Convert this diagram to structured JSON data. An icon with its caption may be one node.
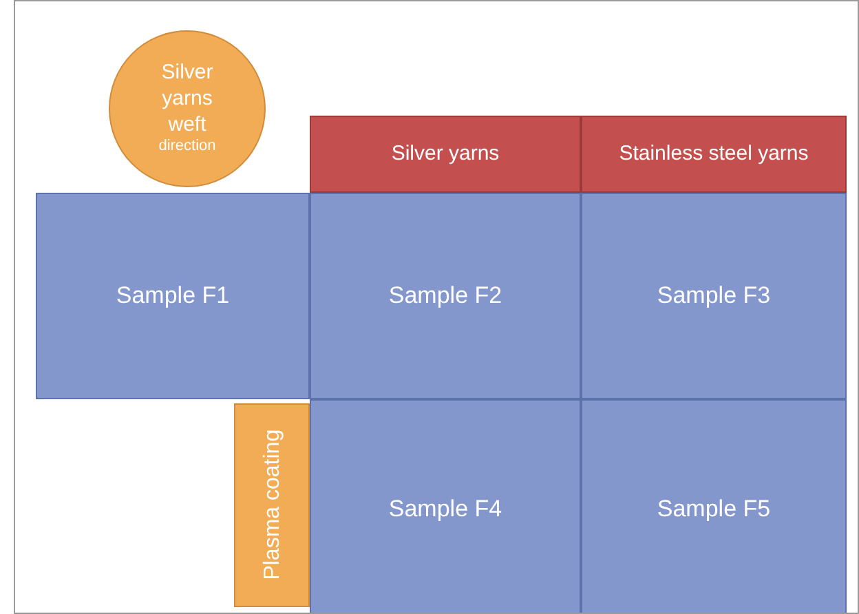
{
  "diagram": {
    "nodes": [
      {
        "text": [
          "Silver yarns weft",
          "direction"
        ]
      },
      {
        "text": [
          "Silver yarns"
        ]
      },
      {
        "text": [
          "Stainless steel yarns"
        ]
      },
      {
        "text": [
          "Sample F1"
        ]
      },
      {
        "text": [
          "Sample F2"
        ]
      },
      {
        "text": [
          "Sample F3"
        ]
      },
      {
        "text": [
          "Plasma coating"
        ]
      },
      {
        "text": [
          "Sample F4"
        ]
      },
      {
        "text": [
          "Sample F5"
        ]
      }
    ]
  }
}
